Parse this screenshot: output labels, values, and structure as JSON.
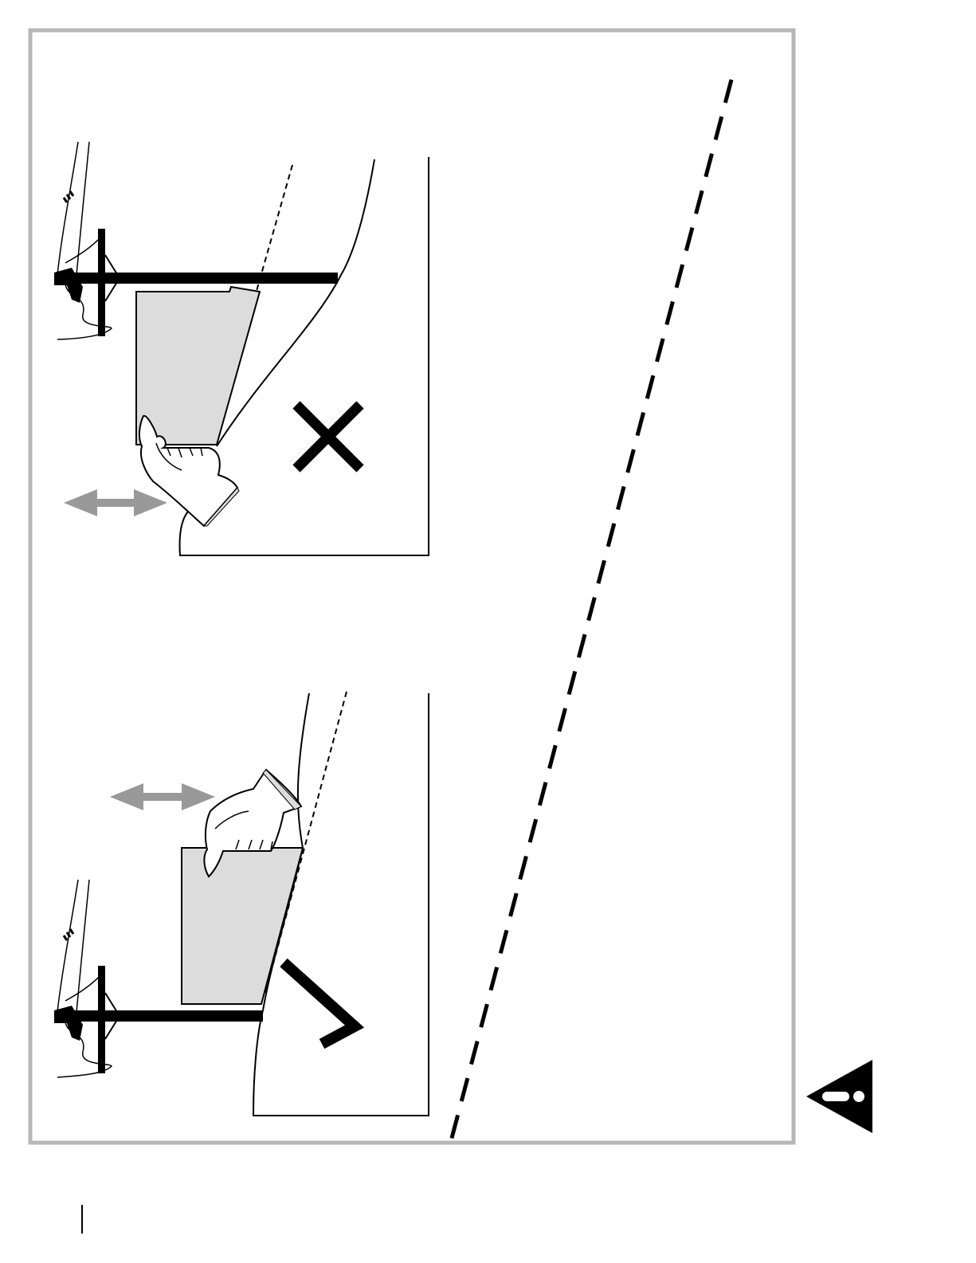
{
  "page": {
    "frame_color": "#b7b7b7",
    "ink_color": "#000000",
    "paper_fill": "#dcdcdc",
    "hand_fill": "#ffffff",
    "arrow_color": "#999999",
    "warning_color": "#000000"
  },
  "panels": [
    {
      "id": "incorrect",
      "marker": "cross-mark-icon",
      "depicts": [
        "curtain-rod-icon",
        "curtain-icon",
        "hand-icon",
        "paper-sheet-icon",
        "double-arrow-icon"
      ]
    },
    {
      "id": "correct",
      "marker": "check-mark-icon",
      "depicts": [
        "curtain-rod-icon",
        "curtain-icon",
        "hand-icon",
        "paper-sheet-icon",
        "double-arrow-icon"
      ]
    }
  ],
  "divider": {
    "style": "dashed"
  },
  "icons": {
    "warning": "warning-triangle-icon"
  }
}
